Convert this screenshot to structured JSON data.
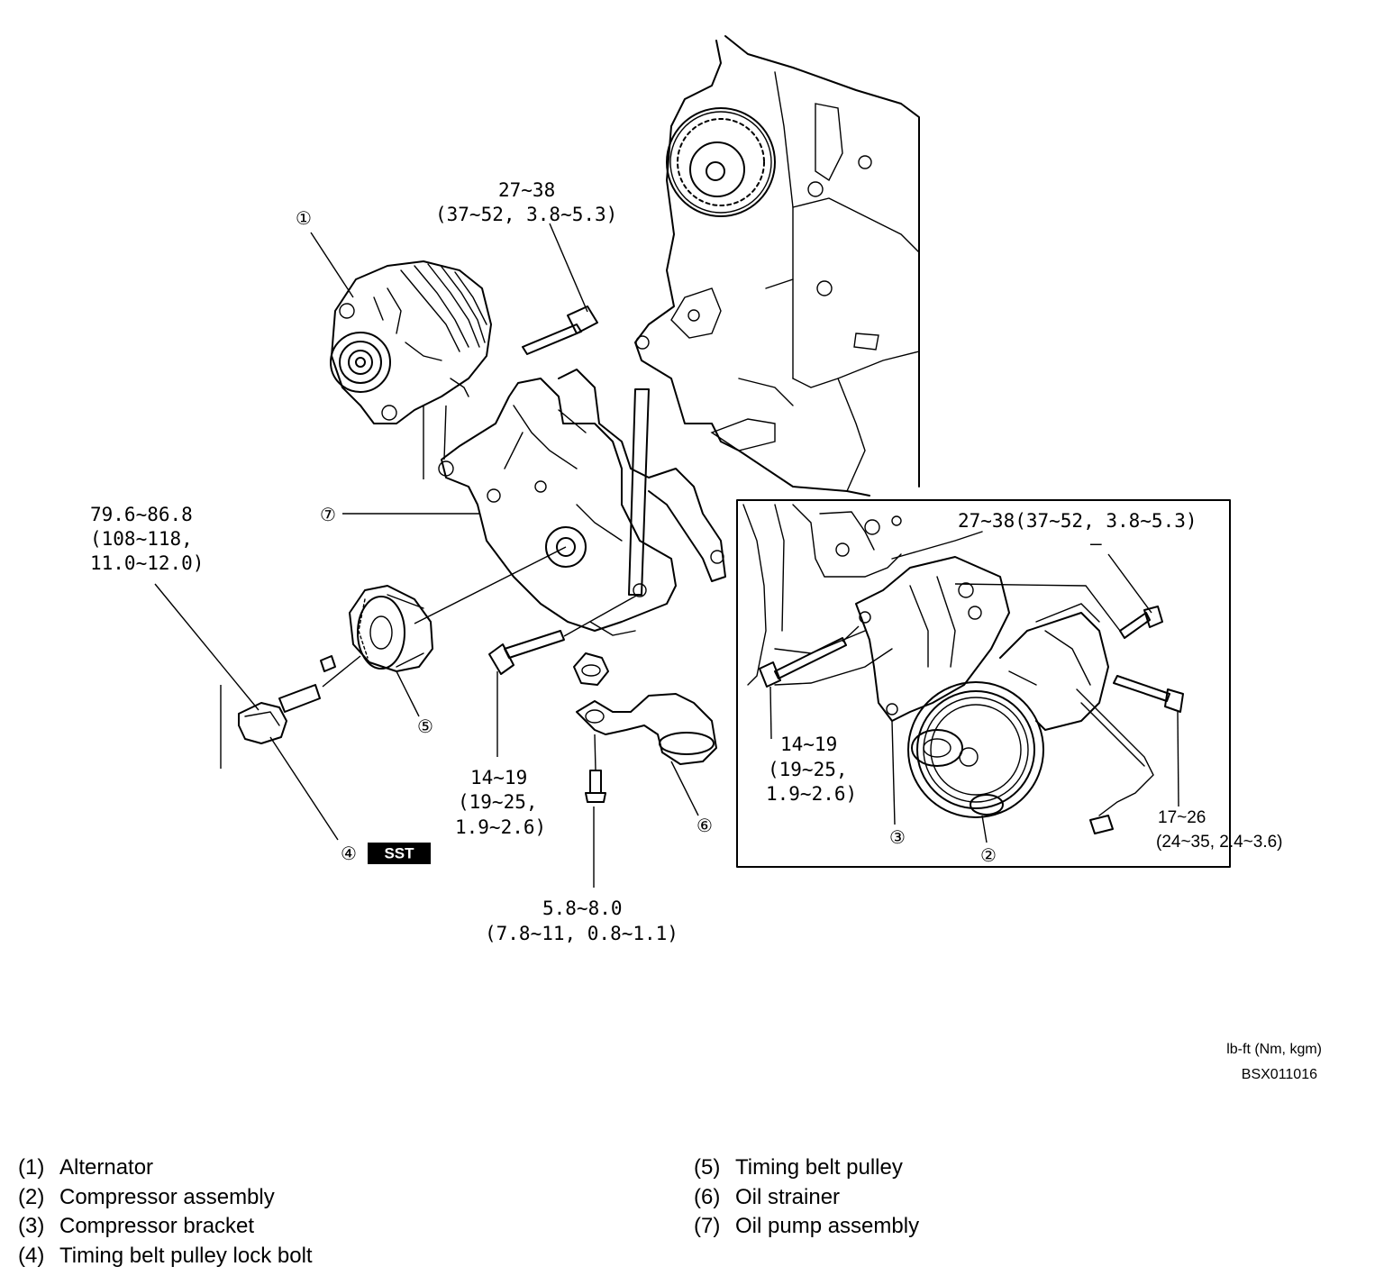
{
  "torque_specs": {
    "t1_line1": "27~38",
    "t1_line2": "(37~52, 3.8~5.3)",
    "t2_line1": "79.6~86.8",
    "t2_line2": "(108~118,",
    "t2_line3": "11.0~12.0)",
    "t3_line1": "14~19",
    "t3_line2": "(19~25,",
    "t3_line3": "1.9~2.6)",
    "t4_line1": "5.8~8.0",
    "t4_line2": "(7.8~11, 0.8~1.1)",
    "t5_line1": "27~38(37~52, 3.8~5.3)",
    "t6_line1": "14~19",
    "t6_line2": "(19~25,",
    "t6_line3": "1.9~2.6)",
    "t7_line1": "17~26",
    "t7_line2": "(24~35, 2.4~3.6)"
  },
  "callouts": {
    "c1": "①",
    "c2": "②",
    "c3": "③",
    "c4": "④",
    "c5": "⑤",
    "c6": "⑥",
    "c7": "⑦"
  },
  "sst_label": "SST",
  "units_note": "lb-ft (Nm, kgm)",
  "figure_code": "BSX011016",
  "legend": [
    {
      "num": "(1)",
      "label": "Alternator"
    },
    {
      "num": "(2)",
      "label": "Compressor assembly"
    },
    {
      "num": "(3)",
      "label": "Compressor bracket"
    },
    {
      "num": "(4)",
      "label": "Timing belt pulley lock bolt"
    },
    {
      "num": "(5)",
      "label": "Timing belt pulley"
    },
    {
      "num": "(6)",
      "label": "Oil strainer"
    },
    {
      "num": "(7)",
      "label": "Oil pump assembly"
    }
  ]
}
